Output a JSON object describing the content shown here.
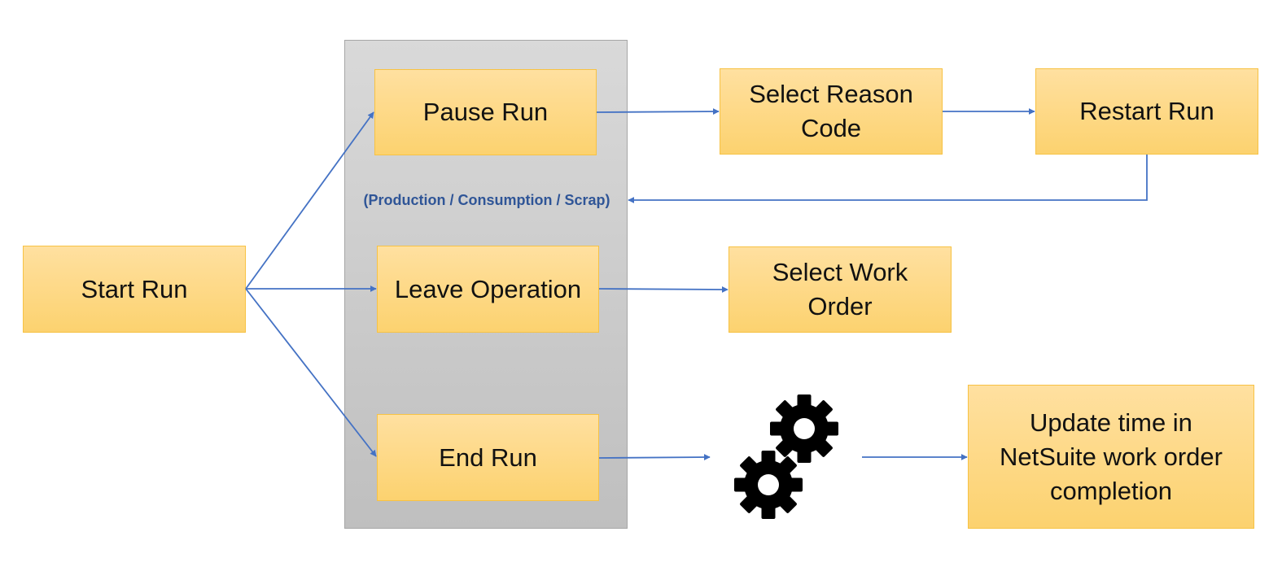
{
  "nodes": {
    "start_run": "Start Run",
    "pause_run": "Pause Run",
    "leave_operation": "Leave Operation",
    "end_run": "End Run",
    "select_reason_code": "Select Reason Code",
    "restart_run": "Restart Run",
    "select_work_order": "Select Work Order",
    "update_time": "Update time in NetSuite work order completion"
  },
  "panel_note": "(Production / Consumption / Scrap)",
  "icons": {
    "process": "gears-icon"
  },
  "colors": {
    "box_fill_top": "#ffe0a0",
    "box_fill_bottom": "#fcd26f",
    "box_border": "#f7c244",
    "connector": "#4472c4",
    "note_text": "#2f5597",
    "panel": "#c8c8c8"
  }
}
